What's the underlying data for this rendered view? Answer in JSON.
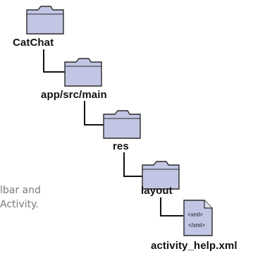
{
  "tree": {
    "nodes": [
      {
        "name": "CatChat",
        "kind": "folder"
      },
      {
        "name": "app/src/main",
        "kind": "folder"
      },
      {
        "name": "res",
        "kind": "folder"
      },
      {
        "name": "layout",
        "kind": "folder"
      },
      {
        "name": "activity_help.xml",
        "kind": "file"
      }
    ],
    "file_icon": {
      "line1": "<xml>",
      "line2": "</xml>"
    }
  },
  "side_note": {
    "line1": "lbar and",
    "line2": "Activity."
  },
  "colors": {
    "folder_fill": "#c2c6e4",
    "folder_stroke": "#2a2a2a",
    "connector": "#111111",
    "note_text": "#7a7a7a"
  }
}
